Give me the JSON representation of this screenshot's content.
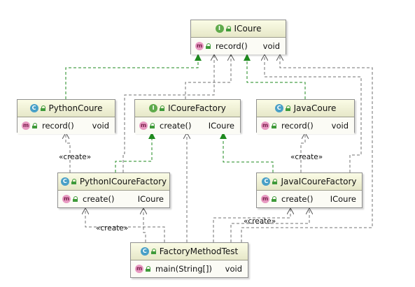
{
  "classes": {
    "icoure": {
      "title": "ICoure",
      "kind_icon": "interface-icon",
      "method": "record()",
      "type": "void"
    },
    "python_coure": {
      "title": "PythonCoure",
      "kind_icon": "class-icon",
      "method": "record()",
      "type": "void"
    },
    "icoure_factory": {
      "title": "ICoureFactory",
      "kind_icon": "interface-icon",
      "method": "create()",
      "type": "ICoure"
    },
    "java_coure": {
      "title": "JavaCoure",
      "kind_icon": "class-icon",
      "method": "record()",
      "type": "void"
    },
    "python_icoure_factory": {
      "title": "PythonICoureFactory",
      "kind_icon": "class-icon",
      "method": "create()",
      "type": "ICoure"
    },
    "java_icoure_factory": {
      "title": "JavaICoureFactory",
      "kind_icon": "class-icon",
      "method": "create()",
      "type": "ICoure"
    },
    "factory_method_test": {
      "title": "FactoryMethodTest",
      "kind_icon": "class-icon",
      "method": "main(String[])",
      "type": "void"
    }
  },
  "badges": {
    "interface": "I",
    "class": "C",
    "method": "m"
  },
  "labels": {
    "create_python": "«create»",
    "create_java": "«create»",
    "create_test_left": "«create»",
    "create_test_right": "«create»"
  },
  "colors": {
    "realization": "#1e8a1e",
    "dependency": "#707070",
    "node_fill": "#fbfce6"
  }
}
